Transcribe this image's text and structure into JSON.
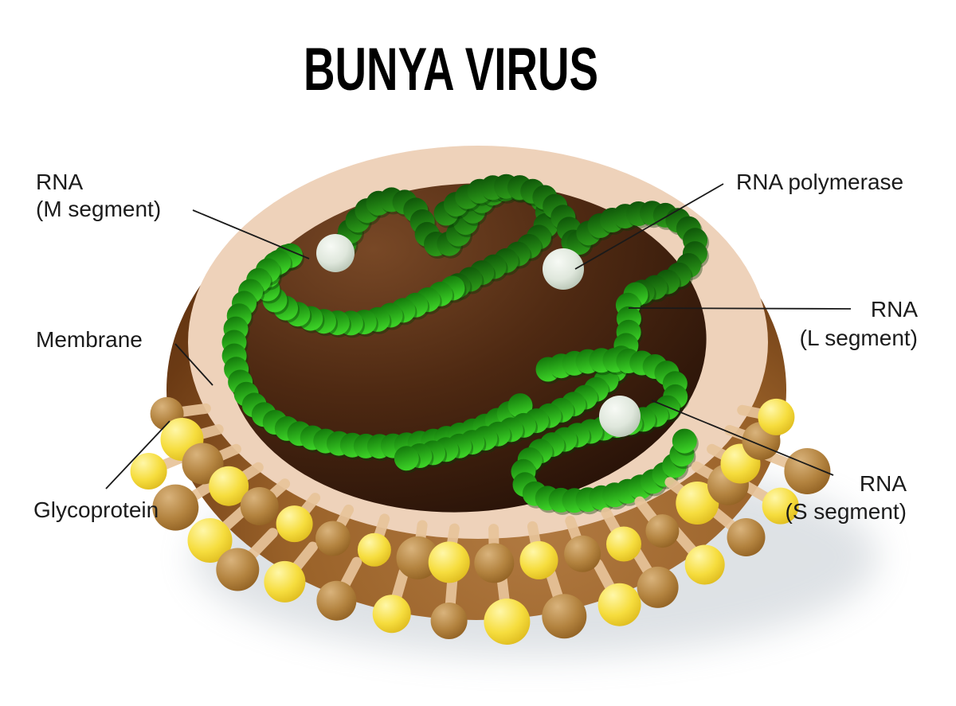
{
  "title": "BUNYA VIRUS",
  "labels": {
    "rna_m": {
      "line1": "RNA",
      "line2": "(M segment)"
    },
    "rna_polymerase": {
      "line1": "RNA polymerase"
    },
    "rna_l": {
      "line1": "RNA",
      "line2": "(L segment)"
    },
    "membrane": {
      "line1": "Membrane"
    },
    "glycoprotein": {
      "line1": "Glycoprotein"
    },
    "rna_s": {
      "line1": "RNA",
      "line2": "(S segment)"
    }
  },
  "colors": {
    "background": "#ffffff",
    "title_text": "#000000",
    "label_text": "#1b1b1b",
    "pointer_line": "#1a1a1a",
    "shadow": "#9aa6b1",
    "membrane_ring": "#eed2ba",
    "envelope_light": "#b17a41",
    "envelope_brown": "#9a6229",
    "envelope_dark": "#6b3a14",
    "envelope_edge": "#5f3210",
    "interior_light": "#784826",
    "interior_mid": "#4e2912",
    "interior_dark": "#1a0a04",
    "rna_bead_dark_top": "#0b4d07",
    "rna_bead_dark_bottom": "#2a9718",
    "rna_bead_top": "#0e6e08",
    "rna_bead_bottom": "#3bd026",
    "rna_bead_shadow": "#083a04",
    "polymerase_light": "#f7faf5",
    "polymerase_mid": "#dfe7dc",
    "polymerase_shade": "#aebcab",
    "glyco_yellow_light": "#fff7a8",
    "glyco_yellow": "#f6dd3e",
    "glyco_yellow_dark": "#d9b417",
    "glyco_brown_light": "#d9b37c",
    "glyco_brown": "#b3833f",
    "glyco_brown_dark": "#8a5a1d",
    "stem": "#e8c49a"
  }
}
